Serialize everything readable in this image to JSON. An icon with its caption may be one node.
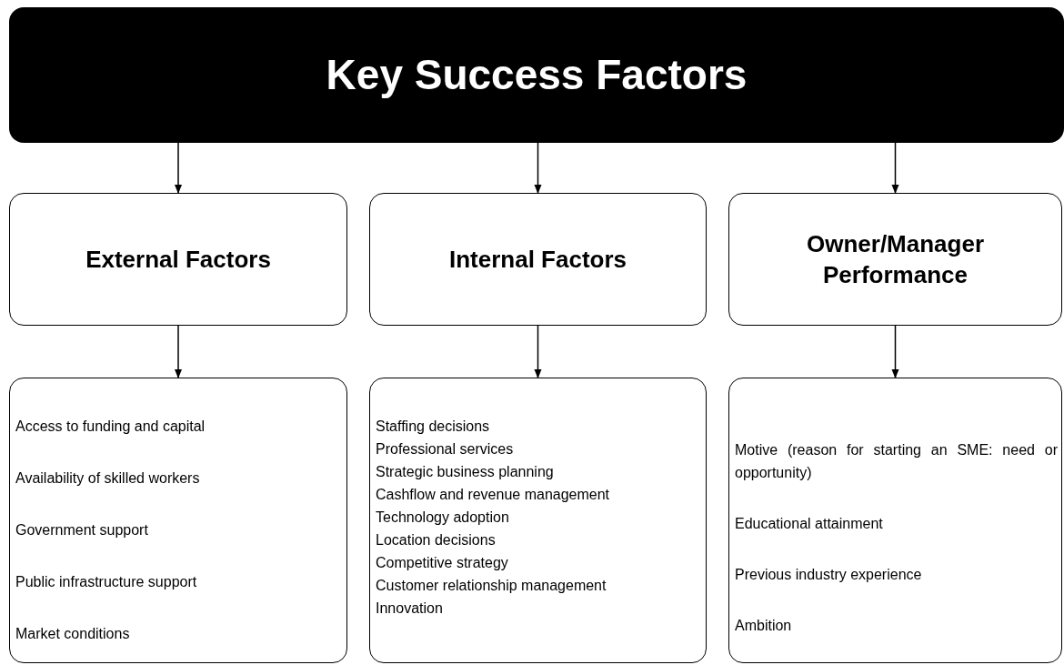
{
  "diagram": {
    "nodes": [
      {
        "text": [
          "Key Success Factors"
        ]
      },
      {
        "text": [
          "External Factors"
        ]
      },
      {
        "text": [
          "Internal Factors"
        ]
      },
      {
        "text": [
          "Owner/Manager Performance"
        ]
      },
      {
        "text": [
          "Access to funding and capital",
          "Availability of skilled workers",
          "Government support",
          "Public infrastructure support",
          "Market conditions"
        ]
      },
      {
        "text": [
          "Staffing decisions",
          "Professional services",
          "Strategic business planning",
          "Cashflow and revenue management",
          "Technology adoption",
          "Location decisions",
          "Competitive strategy",
          "Customer relationship management",
          "Innovation"
        ]
      },
      {
        "text": [
          "Motive (reason for starting an SME: need or opportunity)",
          "Educational attainment",
          "Previous industry experience",
          "Ambition"
        ]
      }
    ],
    "edges": [
      {
        "from": 0,
        "to": 1,
        "arrow": "to"
      },
      {
        "from": 0,
        "to": 2,
        "arrow": "to"
      },
      {
        "from": 0,
        "to": 3,
        "arrow": "to"
      },
      {
        "from": 1,
        "to": 4,
        "arrow": "to"
      },
      {
        "from": 2,
        "to": 5,
        "arrow": "to"
      },
      {
        "from": 3,
        "to": 6,
        "arrow": "to"
      }
    ]
  }
}
